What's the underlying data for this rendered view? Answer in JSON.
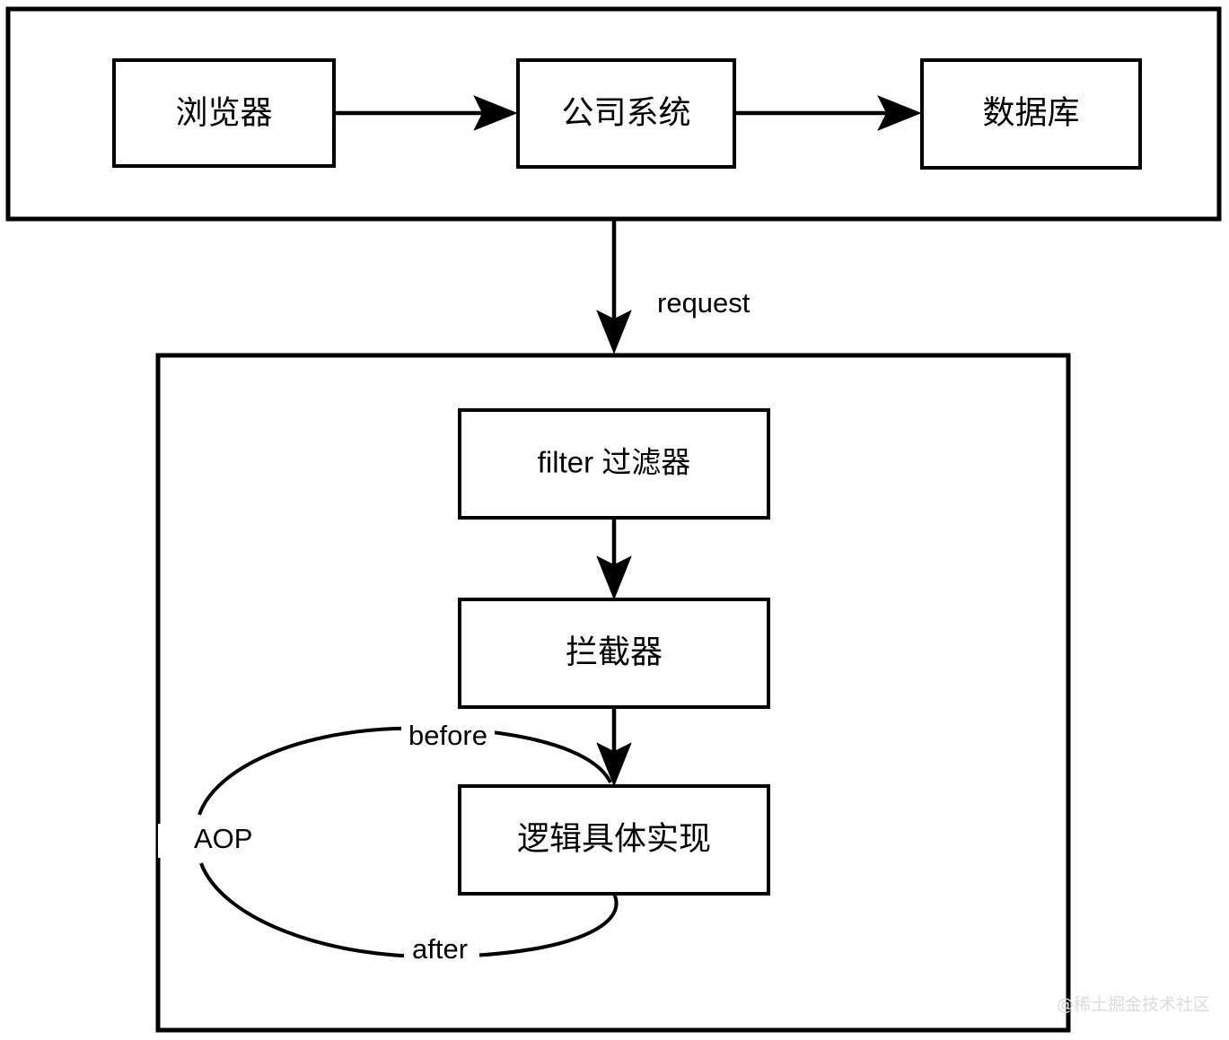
{
  "diagram": {
    "title": "Spring request processing flow",
    "background_color": "#ffffff",
    "stroke_color": "#000000",
    "containers": [
      {
        "id": "system-container",
        "name": "top-system-container",
        "label": ""
      },
      {
        "id": "internal-container",
        "name": "internal-processing-container",
        "label": ""
      }
    ],
    "top_nodes": [
      {
        "id": "browser",
        "label": "浏览器"
      },
      {
        "id": "company-system",
        "label": "公司系统"
      },
      {
        "id": "database",
        "label": "数据库"
      }
    ],
    "inner_nodes": [
      {
        "id": "filter",
        "label": "filter 过滤器"
      },
      {
        "id": "interceptor",
        "label": "拦截器"
      },
      {
        "id": "business-logic",
        "label": "逻辑具体实现"
      }
    ],
    "edge_labels": {
      "request": "request",
      "before": "before",
      "after": "after",
      "aop": "AOP"
    },
    "watermark": "@稀土掘金技术社区"
  }
}
